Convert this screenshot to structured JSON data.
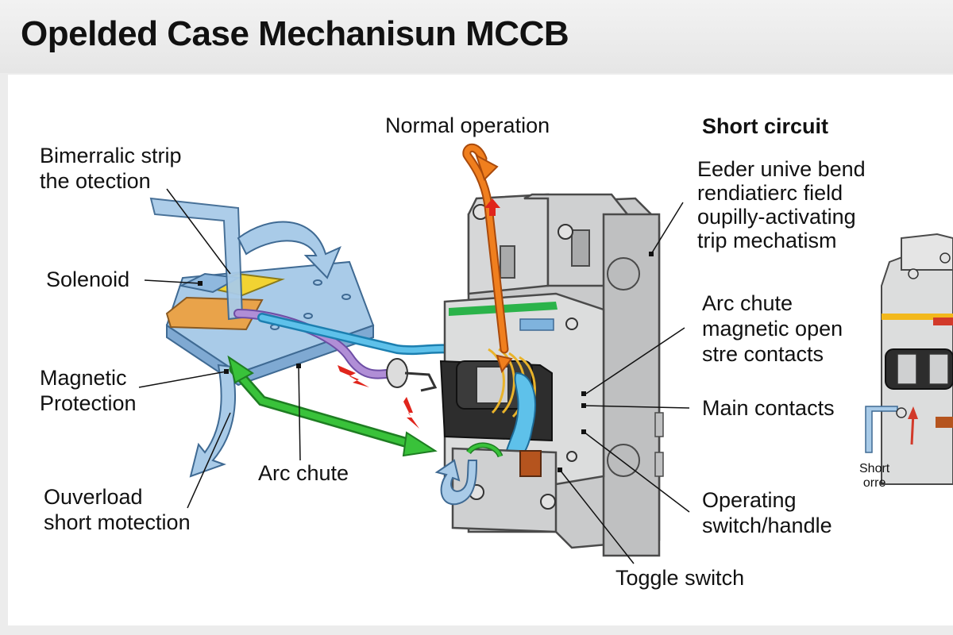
{
  "title": "Opelded Case Mechanisun MCCB",
  "labels": {
    "bimetal": [
      "Bimerralic strip",
      "the otection"
    ],
    "solenoid": "Solenoid",
    "magnetic": [
      "Magnetic",
      "Protection"
    ],
    "overload": [
      "Ouverload",
      "short motection"
    ],
    "arc_chute_left": "Arc chute",
    "normal_operation": "Normal operation",
    "short_circuit": "Short circuit",
    "short_circuit_desc": [
      "Eeder unive bend",
      "rendiatierc field",
      "oupilly-activating",
      "trip mechatism"
    ],
    "arc_chute_right": "Arc chute",
    "arc_chute_desc": [
      "magnetic open",
      "stre contacts"
    ],
    "main_contacts": "Main contacts",
    "operating_switch": [
      "Operating",
      "switch/handle"
    ],
    "toggle_switch": "Toggle switch",
    "short_inset": [
      "Short",
      "orre"
    ]
  },
  "colors": {
    "blue_strip": "#a9cbe8",
    "yellow": "#f2d332",
    "orange": "#e9a34a",
    "purple": "#b08ed6",
    "cyan_wire": "#5ec1ea",
    "green_arrow": "#39c23a",
    "orange_arrow": "#f07f1e",
    "red_arrow": "#e0251c",
    "breaker_grey": "#c9cacb",
    "breaker_green": "#2bb34a"
  }
}
